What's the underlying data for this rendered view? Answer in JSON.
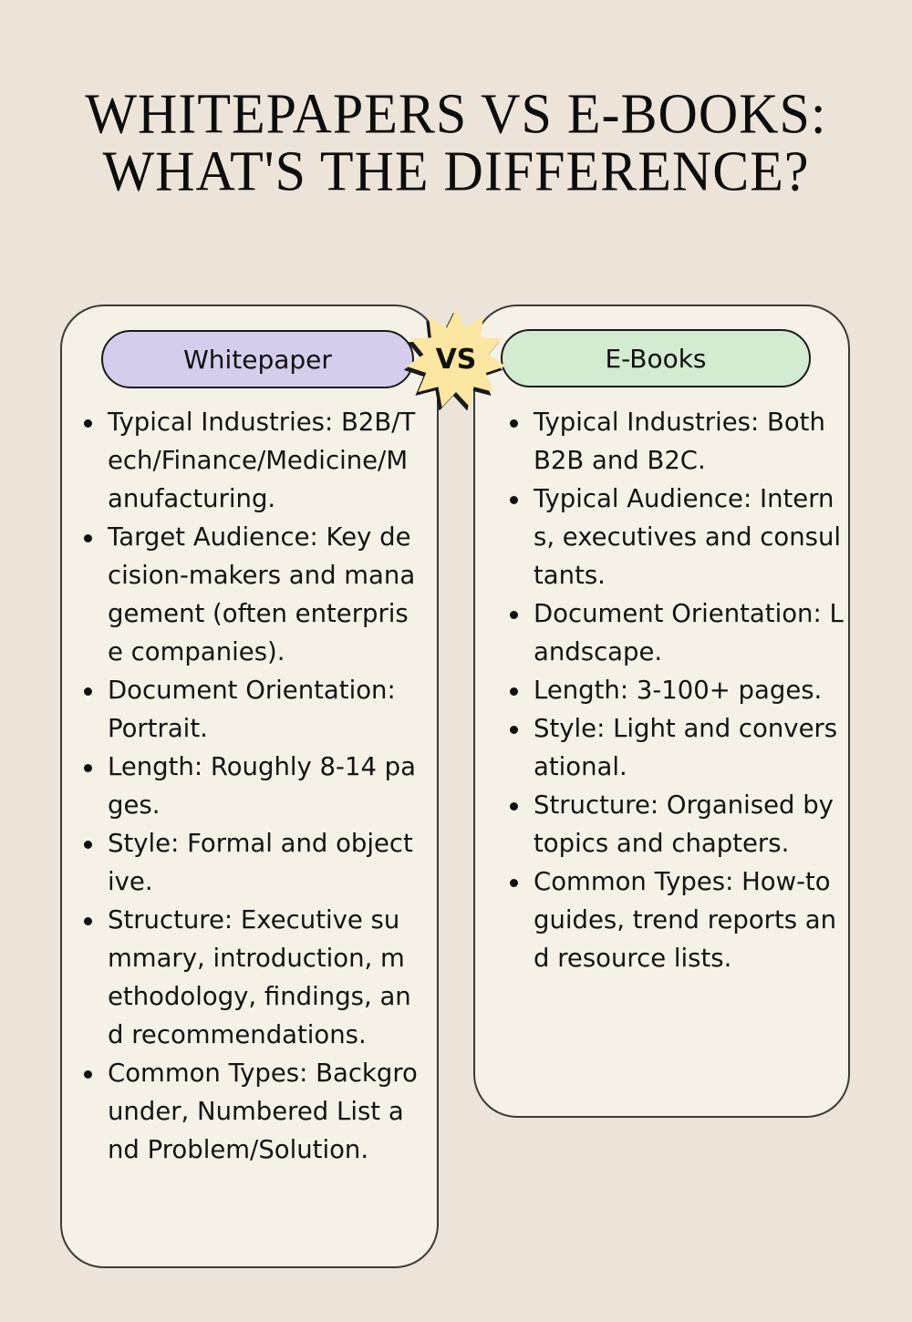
{
  "title": {
    "line1": "WHITEPAPERS VS E-BOOKS:",
    "line2": "WHAT'S THE DIFFERENCE?"
  },
  "vs_label": "VS",
  "colors": {
    "background": "#ece4d8",
    "card": "#f5f1e7",
    "whitepaper_pill": "#d6cdec",
    "ebooks_pill": "#d3ebd0",
    "vs_badge": "#fbe6a2"
  },
  "whitepaper": {
    "heading": "Whitepaper",
    "items": [
      "Typical Industries: B2B/Tech/Finance/Medicine/Manufacturing.",
      "Target Audience: Key decision-makers and management (often enterprise companies).",
      "Document Orientation: Portrait.",
      "Length: Roughly 8-14 pages.",
      "Style: Formal and objective.",
      "Structure: Executive summary, introduction, methodology, findings, and recommendations.",
      "Common Types: Backgrounder, Numbered List and Problem/Solution."
    ]
  },
  "ebooks": {
    "heading": "E-Books",
    "items": [
      "Typical Industries: Both B2B and B2C.",
      "Typical Audience: Interns, executives and consultants.",
      "Document Orientation: Landscape.",
      "Length: 3-100+ pages.",
      "Style: Light and conversational.",
      "Structure: Organised by topics and chapters.",
      "Common Types: How-to guides, trend reports and resource lists."
    ]
  }
}
